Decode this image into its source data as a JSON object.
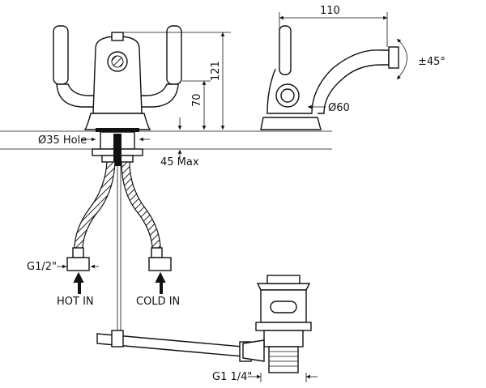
{
  "dimensions": {
    "width_110": "110",
    "angle": "±45°",
    "height_121": "121",
    "height_70": "70",
    "base_diameter": "Ø60",
    "hole": "Ø35 Hole",
    "deck_max": "45 Max",
    "inlet_thread": "G1/2\"",
    "waste_thread": "G1 1/4\""
  },
  "labels": {
    "hot_in": "HOT IN",
    "cold_in": "COLD IN"
  }
}
